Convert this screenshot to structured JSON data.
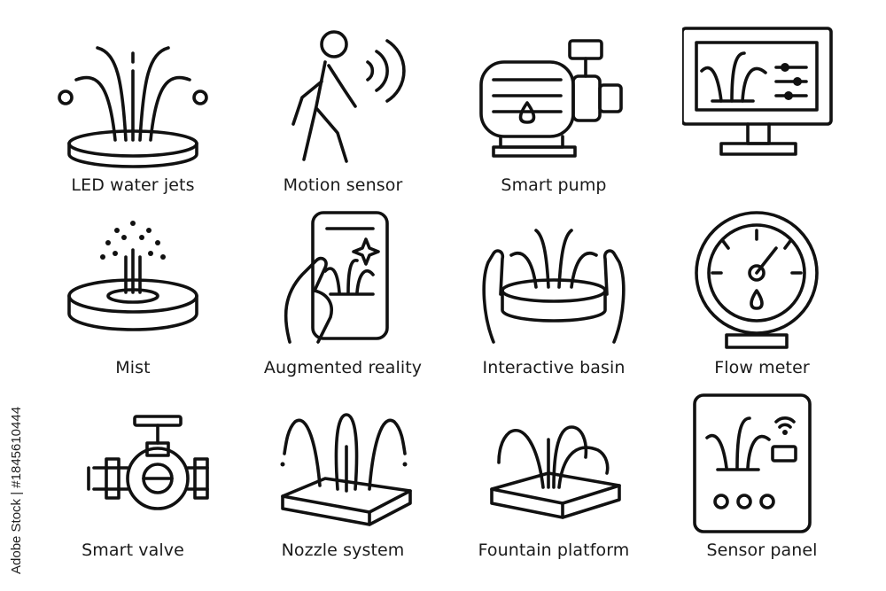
{
  "icons": [
    {
      "label": "LED water jets",
      "icon": "led-water-jets-icon"
    },
    {
      "label": "Motion sensor",
      "icon": "motion-sensor-icon"
    },
    {
      "label": "Smart pump",
      "icon": "smart-pump-icon"
    },
    {
      "label": "",
      "icon": "fountain-monitor-icon"
    },
    {
      "label": "Mist",
      "icon": "mist-icon"
    },
    {
      "label": "Augmented reality",
      "icon": "augmented-reality-icon"
    },
    {
      "label": "Interactive basin",
      "icon": "interactive-basin-icon"
    },
    {
      "label": "Flow meter",
      "icon": "flow-meter-icon"
    },
    {
      "label": "Smart valve",
      "icon": "smart-valve-icon"
    },
    {
      "label": "Nozzle system",
      "icon": "nozzle-system-icon"
    },
    {
      "label": "Fountain platform",
      "icon": "fountain-platform-icon"
    },
    {
      "label": "Sensor panel",
      "icon": "sensor-panel-icon"
    }
  ],
  "watermark": {
    "stock_id": "Adobe Stock | #1845610444"
  },
  "colors": {
    "stroke": "#111111",
    "background": "#ffffff"
  }
}
